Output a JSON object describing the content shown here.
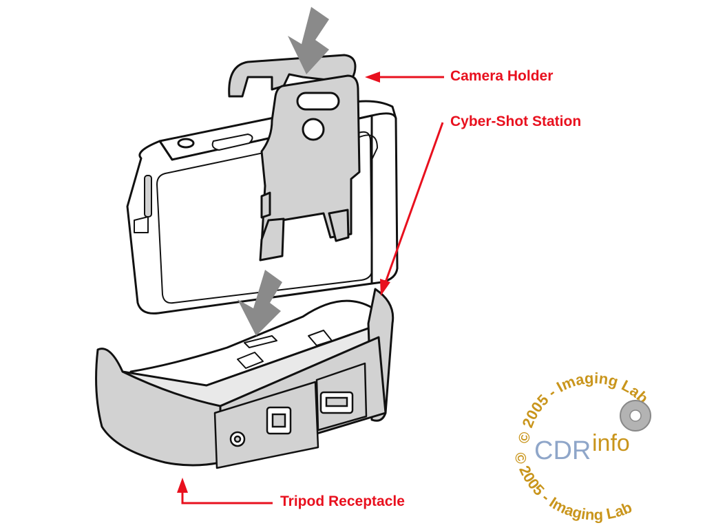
{
  "colors": {
    "callout": "#e8101e",
    "part_fill": "#d2d2d2",
    "part_light": "#ffffff",
    "outline": "#111111",
    "press_arrow": "#8a8a8a",
    "logo_ring_text": "#c9951c",
    "logo_cdr": "#8fa6c9",
    "logo_info": "#c9951c",
    "logo_disc": "#b3b3b3"
  },
  "callouts": {
    "camera_holder": "Camera Holder",
    "cyber_shot_station": "Cyber-Shot Station",
    "tripod_receptacle": "Tripod Receptacle"
  },
  "icons": [
    "down-arrow-icon",
    "down-arrow-icon",
    "usb-port-icon",
    "dc-in-jack-icon",
    "av-connector-icon",
    "lens-disc-icon"
  ],
  "watermark": {
    "ring_text": "© 2005 - Imaging Lab",
    "logo_cdr": "CDR",
    "logo_info": "info"
  }
}
